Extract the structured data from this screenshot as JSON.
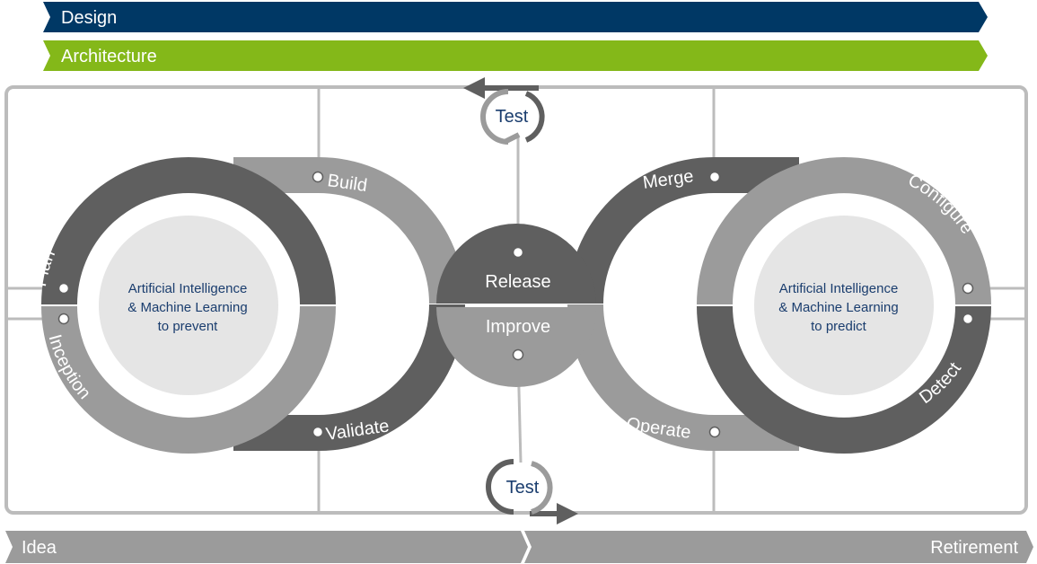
{
  "banners": {
    "design": "Design",
    "architecture": "Architecture"
  },
  "timeline": {
    "start": "Idea",
    "end": "Retirement"
  },
  "loop_left": {
    "center_line1": "Artificial Intelligence",
    "center_line2": "& Machine Learning",
    "center_line3": "to prevent",
    "stage_plan": "Plan",
    "stage_inception": "Inception",
    "stage_build": "Build",
    "stage_validate": "Validate"
  },
  "loop_right": {
    "center_line1": "Artificial Intelligence",
    "center_line2": "& Machine Learning",
    "center_line3": "to predict",
    "stage_configure": "Configure",
    "stage_detect": "Detect",
    "stage_merge": "Merge",
    "stage_operate": "Operate"
  },
  "hub": {
    "release": "Release",
    "improve": "Improve"
  },
  "test_top": "Test",
  "test_bottom": "Test",
  "colors": {
    "design_blue": "#003865",
    "architecture_green": "#84b819",
    "gray_dark": "#5f5f5f",
    "gray_mid": "#9b9b9b",
    "gray_light": "#e5e5e5",
    "frame": "#bcbcbc",
    "text_blue": "#1a3d6e"
  }
}
